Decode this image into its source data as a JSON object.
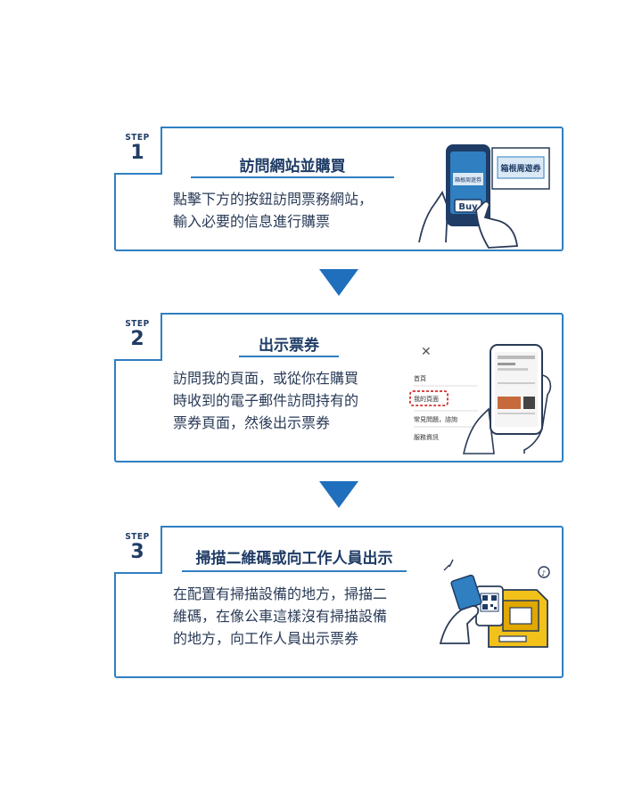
{
  "steps": [
    {
      "step_label": "STEP",
      "number": "1",
      "title": "訪問網站並購買",
      "body_lines": [
        "點擊下方的按鈕訪問票務網站，",
        "輸入必要的信息進行購票"
      ],
      "illustration": {
        "ticket_label": "箱根周遊券",
        "phone_label": "箱根周遊券",
        "buy_button": "Buy"
      }
    },
    {
      "step_label": "STEP",
      "number": "2",
      "title": "出示票券",
      "body_lines": [
        "訪問我的頁面，或從你在購買",
        "時收到的電子郵件訪問持有的",
        "票券頁面，然後出示票券"
      ],
      "illustration": {
        "menu_items": [
          "首頁",
          "我的頁面",
          "常見問題，諮詢",
          "服務資訊"
        ],
        "highlight_color": "#d32f2f"
      }
    },
    {
      "step_label": "STEP",
      "number": "3",
      "title": "掃描二維碼或向工作人員出示",
      "body_lines": [
        "在配置有掃描設備的地方，掃描二",
        "維碼，在像公車這樣沒有掃描設備",
        "的地方，向工作人員出示票券"
      ]
    }
  ],
  "colors": {
    "accent": "#2f7fc1",
    "arrow": "#1f6fbd",
    "machine": "#f2c21b"
  }
}
